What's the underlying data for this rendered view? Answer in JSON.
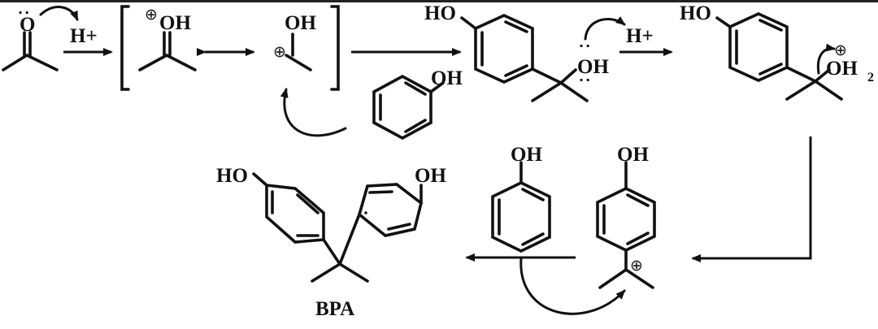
{
  "scheme": {
    "step1_reagent": "H+",
    "step2_reagent": "H+",
    "labels": {
      "acetone_oxygen": "O",
      "protonated_oxygen": "OH",
      "carbocation_oh": "OH",
      "phenol_attack_oh": "OH",
      "intermediate1_ho": "HO",
      "intermediate1_oh": "OH",
      "intermediate2_ho": "HO",
      "intermediate2_oh2": "OH",
      "intermediate2_oh2_subscript": "2",
      "phenol2_oh": "OH",
      "benzylic_cation_oh": "OH",
      "bpa_ho": "HO",
      "bpa_oh": "OH"
    },
    "charge_symbol": "⊕",
    "lone_pairs": "··",
    "product_name": "BPA"
  }
}
